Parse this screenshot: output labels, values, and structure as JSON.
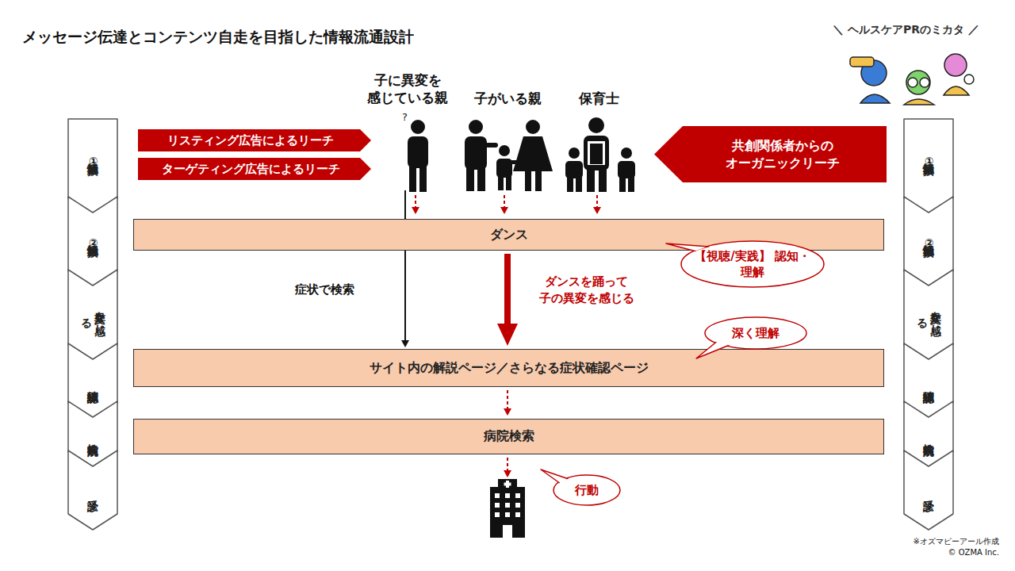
{
  "diagram": {
    "title": "メッセージ伝達とコンテンツ自走を目指した情報流通設計",
    "nodes": [
      {
        "text": [
          "情報接触①"
        ]
      },
      {
        "text": [
          "情報接触②"
        ]
      },
      {
        "text": [
          "異変を感じる"
        ]
      },
      {
        "text": [
          "詳細確認"
        ]
      },
      {
        "text": [
          "病院検索"
        ]
      },
      {
        "text": [
          "受診"
        ]
      },
      {
        "text": [
          "リスティング広告によるリーチ"
        ]
      },
      {
        "text": [
          "ターゲティング広告によるリーチ"
        ]
      },
      {
        "text": [
          "共創関係者からの オーガニックリーチ"
        ]
      },
      {
        "text": [
          "ダンス"
        ]
      },
      {
        "text": [
          "【視聴/実践】 認知・理解"
        ]
      },
      {
        "text": [
          "サイト内の解説ページ／さらなる症状確認ページ"
        ]
      },
      {
        "text": [
          "深く理解"
        ]
      },
      {
        "text": [
          "病院検索"
        ]
      },
      {
        "text": [
          "行動"
        ]
      },
      {
        "text": [
          "情報接触①"
        ]
      },
      {
        "text": [
          "情報接触②"
        ]
      },
      {
        "text": [
          "異変を感じる"
        ]
      },
      {
        "text": [
          "詳細確認"
        ]
      },
      {
        "text": [
          "病院検索"
        ]
      },
      {
        "text": [
          "受診"
        ]
      }
    ],
    "edges": [
      {
        "from": 9,
        "to": 11,
        "label": "ダンスを踊って 子の異変を感じる",
        "arrow": "to"
      },
      {
        "from": 11,
        "to": 13,
        "arrow": "to"
      }
    ],
    "labels": [
      "＼ ヘルスケアPRのミカタ ／",
      "子に異変を 感じている親",
      "?",
      "子がいる親",
      "保育士",
      "症状で検索",
      "※オズマピーアール作成",
      "© OZMA Inc."
    ]
  }
}
